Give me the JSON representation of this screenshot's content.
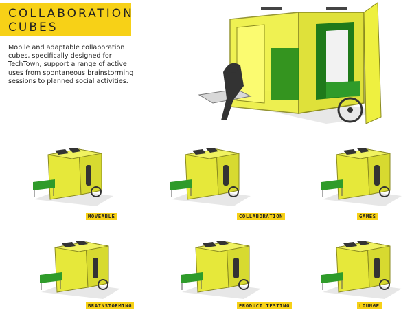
{
  "header": {
    "title_line1": "COLLABORATION",
    "title_line2": "CUBES"
  },
  "description": "Mobile and adaptable collaboration cubes, specifically designed for TechTown, support a range of active uses from spontaneous brainstorming sessions to planned social activities.",
  "scenarios": [
    {
      "label": "MOVEABLE"
    },
    {
      "label": "COLLABORATION"
    },
    {
      "label": "GAMES"
    },
    {
      "label": "BRAINSTORMING"
    },
    {
      "label": "PRODUCT TESTING"
    },
    {
      "label": "LOUNGE"
    }
  ],
  "colors": {
    "accent": "#f7d117",
    "panel": "#e6e83a",
    "bench": "#2f9b2a",
    "frame": "#8a8a20"
  }
}
